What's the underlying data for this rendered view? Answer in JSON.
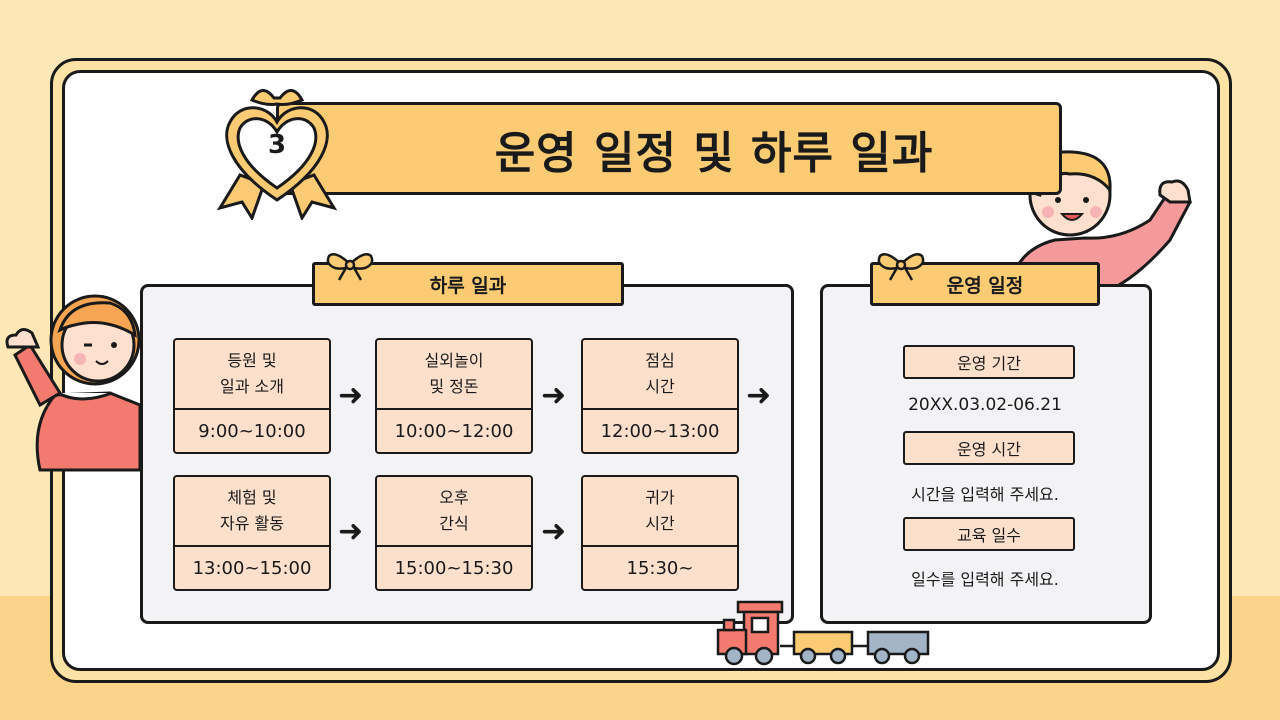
{
  "header": {
    "badge_number": "3",
    "title": "운영 일정 및 하루 일과"
  },
  "daily": {
    "tab_label": "하루 일과",
    "cards": [
      {
        "title": "등원 및\n일과 소개",
        "time": "9:00~10:00"
      },
      {
        "title": "실외놀이\n및 정돈",
        "time": "10:00~12:00"
      },
      {
        "title": "점심\n시간",
        "time": "12:00~13:00"
      },
      {
        "title": "체험 및\n자유 활동",
        "time": "13:00~15:00"
      },
      {
        "title": "오후\n간식",
        "time": "15:00~15:30"
      },
      {
        "title": "귀가\n시간",
        "time": "15:30~"
      }
    ],
    "arrow_glyph": "➜"
  },
  "schedule": {
    "tab_label": "운영 일정",
    "items": [
      {
        "label": "운영 기간",
        "value": "20XX.03.02-06.21"
      },
      {
        "label": "운영 시간",
        "value": "시간을 입력해 주세요."
      },
      {
        "label": "교육 일수",
        "value": "일수를 입력해 주세요."
      }
    ]
  },
  "colors": {
    "accent": "#fbcb73",
    "card": "#fde0cb",
    "panel": "#f3f3f5",
    "background": "#fde7b6"
  }
}
